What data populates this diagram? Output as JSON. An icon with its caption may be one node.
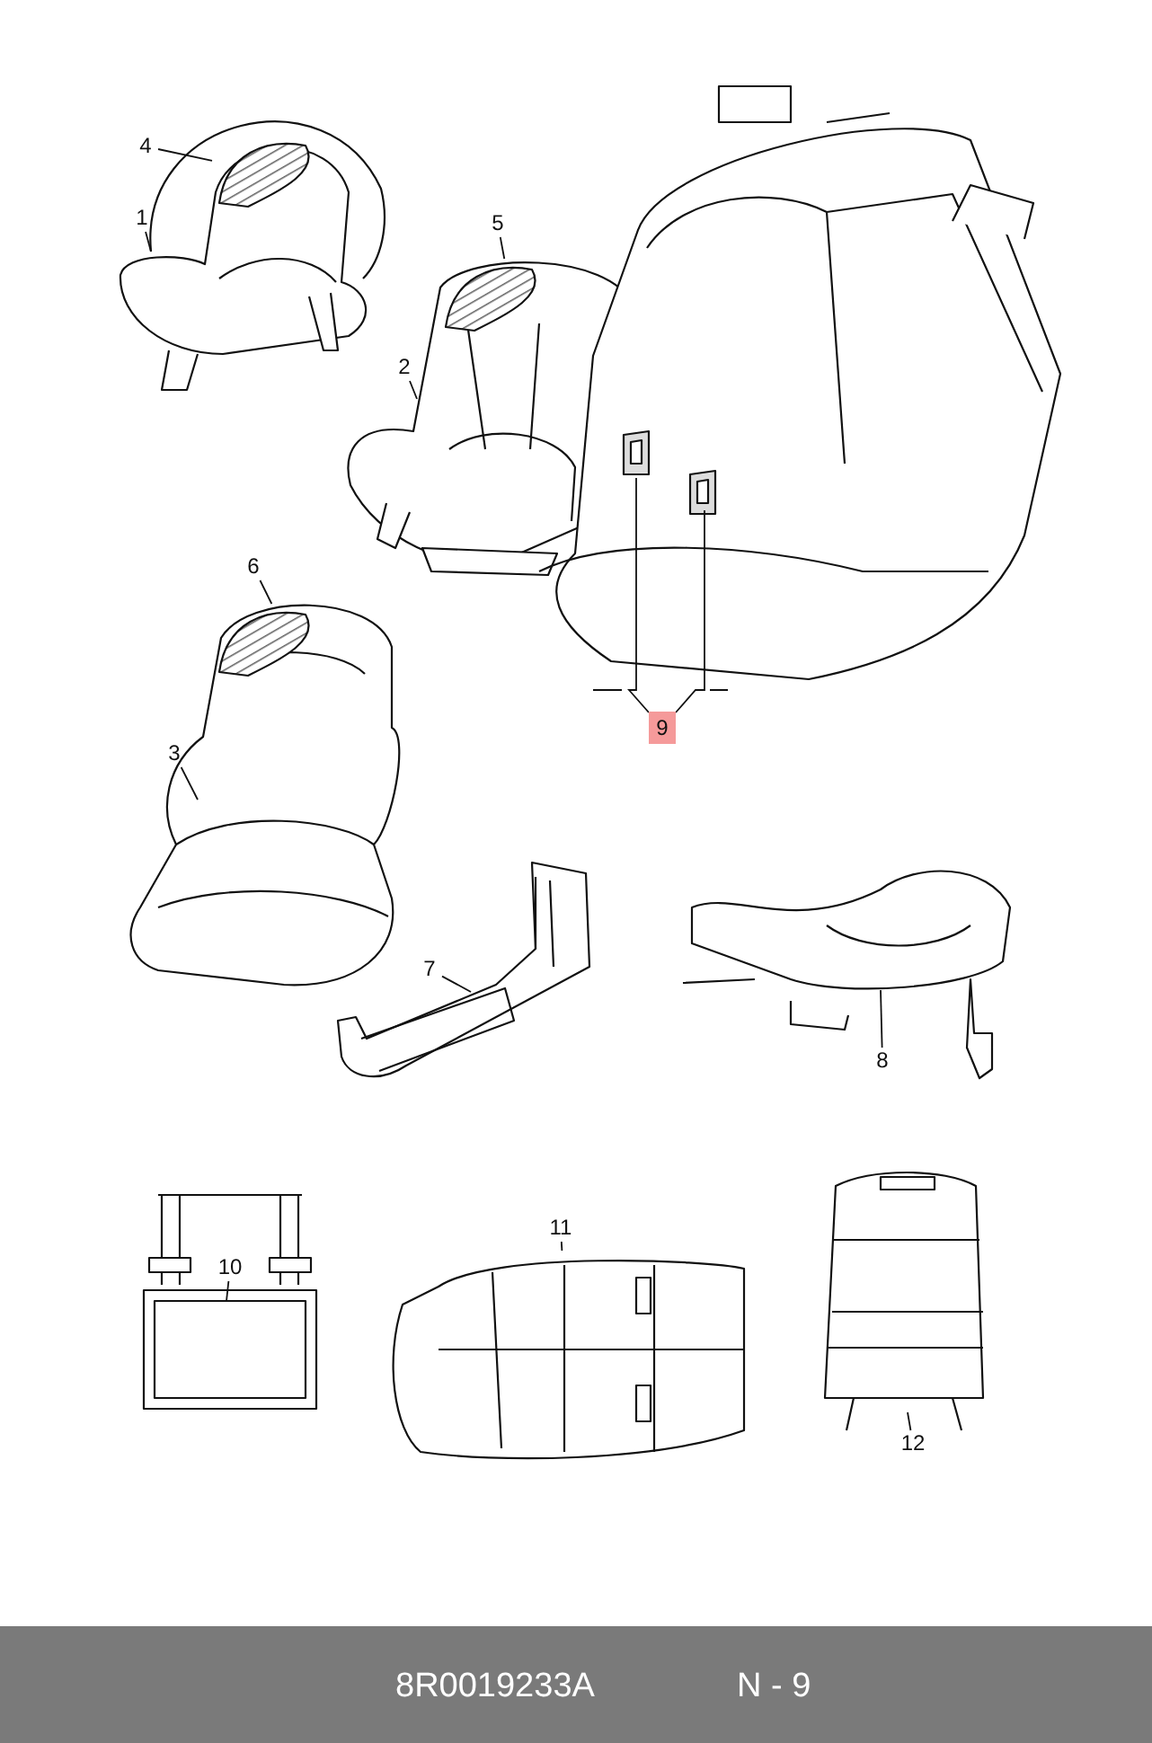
{
  "diagram": {
    "nodes": [
      {
        "text": [
          "1"
        ]
      },
      {
        "text": [],
        "shape": "picture"
      },
      {
        "text": [
          "4"
        ]
      },
      {
        "text": [],
        "shape": "picture",
        "in": 1
      },
      {
        "text": [
          "2"
        ]
      },
      {
        "text": [],
        "shape": "picture"
      },
      {
        "text": [
          "5"
        ]
      },
      {
        "text": [],
        "shape": "picture",
        "in": 5
      },
      {
        "text": [
          "3"
        ]
      },
      {
        "text": [],
        "shape": "picture"
      },
      {
        "text": [
          "6"
        ]
      },
      {
        "text": [],
        "shape": "picture",
        "in": 9
      },
      {
        "text": [
          "7"
        ]
      },
      {
        "text": [],
        "shape": "picture"
      },
      {
        "text": [
          "8"
        ]
      },
      {
        "text": [],
        "shape": "picture"
      },
      {
        "text": [],
        "shape": "picture"
      },
      {
        "text": [
          "9"
        ]
      },
      {
        "text": [],
        "shape": "picture",
        "in": 16
      },
      {
        "text": [],
        "shape": "picture",
        "in": 16
      },
      {
        "text": [
          "10"
        ]
      },
      {
        "text": [],
        "shape": "picture"
      },
      {
        "text": [
          "11"
        ]
      },
      {
        "text": [],
        "shape": "picture"
      },
      {
        "text": [
          "12"
        ]
      },
      {
        "text": [],
        "shape": "picture"
      }
    ],
    "edges": [
      {
        "from": 0,
        "to": 1,
        "arrow": "none"
      },
      {
        "from": 2,
        "to": 3,
        "arrow": "none"
      },
      {
        "from": 4,
        "to": 5,
        "arrow": "none"
      },
      {
        "from": 6,
        "to": 7,
        "arrow": "none"
      },
      {
        "from": 8,
        "to": 9,
        "arrow": "none"
      },
      {
        "from": 10,
        "to": 11,
        "arrow": "none"
      },
      {
        "from": 12,
        "to": 13,
        "arrow": "none"
      },
      {
        "from": 14,
        "to": 15,
        "arrow": "none"
      },
      {
        "from": 17,
        "to": 18,
        "arrow": "none"
      },
      {
        "from": 17,
        "to": 19,
        "arrow": "none"
      },
      {
        "from": 20,
        "to": 21,
        "arrow": "none"
      },
      {
        "from": 22,
        "to": 23,
        "arrow": "none"
      },
      {
        "from": 24,
        "to": 25,
        "arrow": "none"
      }
    ],
    "labels": [
      "8R0019233A",
      "N - 9"
    ]
  }
}
